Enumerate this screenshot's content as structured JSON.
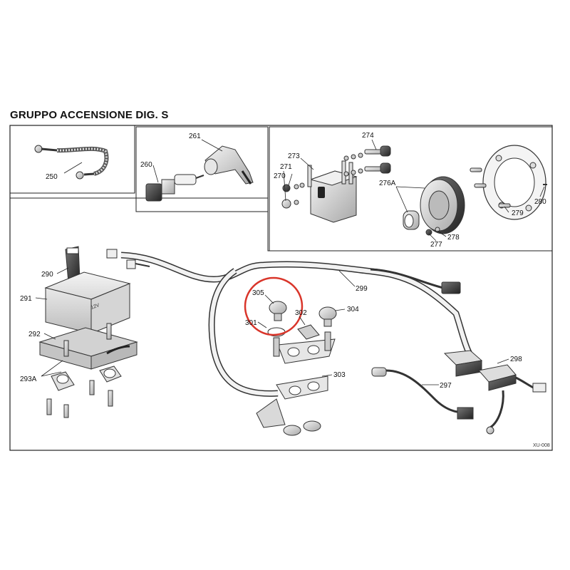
{
  "title": "GRUPPO ACCENSIONE DIG. S",
  "drawing_code": "XU-008",
  "callouts": {
    "c250": "250",
    "c260": "260",
    "c261": "261",
    "c270": "270",
    "c271": "271",
    "c273": "273",
    "c274": "274",
    "c276a": "276A",
    "c277": "277",
    "c278": "278",
    "c279": "279",
    "c280": "280",
    "c290": "290",
    "c291": "291",
    "c292": "292",
    "c293a": "293A",
    "c297": "297",
    "c298": "298",
    "c299": "299",
    "c301": "301",
    "c302": "302",
    "c303": "303",
    "c304": "304",
    "c305": "305"
  },
  "battery_text": "12V",
  "highlight_color": "#d9352a"
}
